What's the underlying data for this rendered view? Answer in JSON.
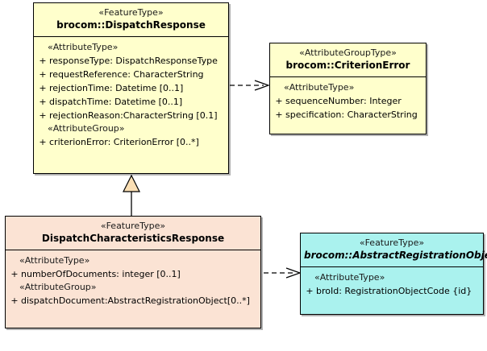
{
  "diagram": {
    "type": "uml-class-diagram",
    "background": "#ffffff",
    "colors": {
      "feature_type_fill": "#ffffcc",
      "attribute_group_type_fill": "#ffffcc",
      "subclass_fill": "#fbe3d4",
      "abstract_feature_fill": "#aaf2ee",
      "border": "#000000",
      "generalization_triangle_fill": "#fbdfb4"
    }
  },
  "classes": {
    "dispatch_response": {
      "stereotype": "«FeatureType»",
      "name": "brocom::DispatchResponse",
      "groups": [
        {
          "label": "«AttributeType»",
          "attributes": [
            {
              "visibility": "+",
              "text": "responseType: DispatchResponseType"
            },
            {
              "visibility": "+",
              "text": "requestReference: CharacterString"
            },
            {
              "visibility": "+",
              "text": "rejectionTime: Datetime [0..1]"
            },
            {
              "visibility": "+",
              "text": "dispatchTime: Datetime [0..1]"
            },
            {
              "visibility": "+",
              "text": "rejectionReason:CharacterString [0.1]"
            }
          ]
        },
        {
          "label": "«AttributeGroup»",
          "attributes": [
            {
              "visibility": "+",
              "text": "criterionError: CriterionError [0..*]"
            }
          ]
        }
      ]
    },
    "criterion_error": {
      "stereotype": "«AttributeGroupType»",
      "name": "brocom::CriterionError",
      "groups": [
        {
          "label": "«AttributeType»",
          "attributes": [
            {
              "visibility": "+",
              "text": "sequenceNumber: Integer"
            },
            {
              "visibility": "+",
              "text": "specification: CharacterString"
            }
          ]
        }
      ]
    },
    "dispatch_characteristics_response": {
      "stereotype": "«FeatureType»",
      "name": "DispatchCharacteristicsResponse",
      "groups": [
        {
          "label": "«AttributeType»",
          "attributes": [
            {
              "visibility": "+",
              "text": "numberOfDocuments: integer [0..1]"
            }
          ]
        },
        {
          "label": "«AttributeGroup»",
          "attributes": [
            {
              "visibility": "+",
              "text": "dispatchDocument:AbstractRegistrationObject[0..*]"
            }
          ]
        }
      ]
    },
    "abstract_registration_object": {
      "stereotype": "«FeatureType»",
      "name": "brocom::AbstractRegistrationObject",
      "abstract": true,
      "groups": [
        {
          "label": "«AttributeType»",
          "attributes": [
            {
              "visibility": "+",
              "text": "broId: RegistrationObjectCode {id}"
            }
          ]
        }
      ]
    }
  },
  "connectors": [
    {
      "name": "dependency-dispatchresponse-to-criterionerror",
      "kind": "dependency",
      "style": "dashed",
      "arrow": "open",
      "from": "dispatch_response",
      "to": "criterion_error"
    },
    {
      "name": "generalization-dispatchcharacteristicsresponse-to-dispatchresponse",
      "kind": "generalization",
      "style": "solid",
      "arrow": "hollow-triangle",
      "from": "dispatch_characteristics_response",
      "to": "dispatch_response"
    },
    {
      "name": "dependency-dispatchcharacteristicsresponse-to-abstractregistrationobject",
      "kind": "dependency",
      "style": "dashed",
      "arrow": "open",
      "from": "dispatch_characteristics_response",
      "to": "abstract_registration_object"
    }
  ]
}
